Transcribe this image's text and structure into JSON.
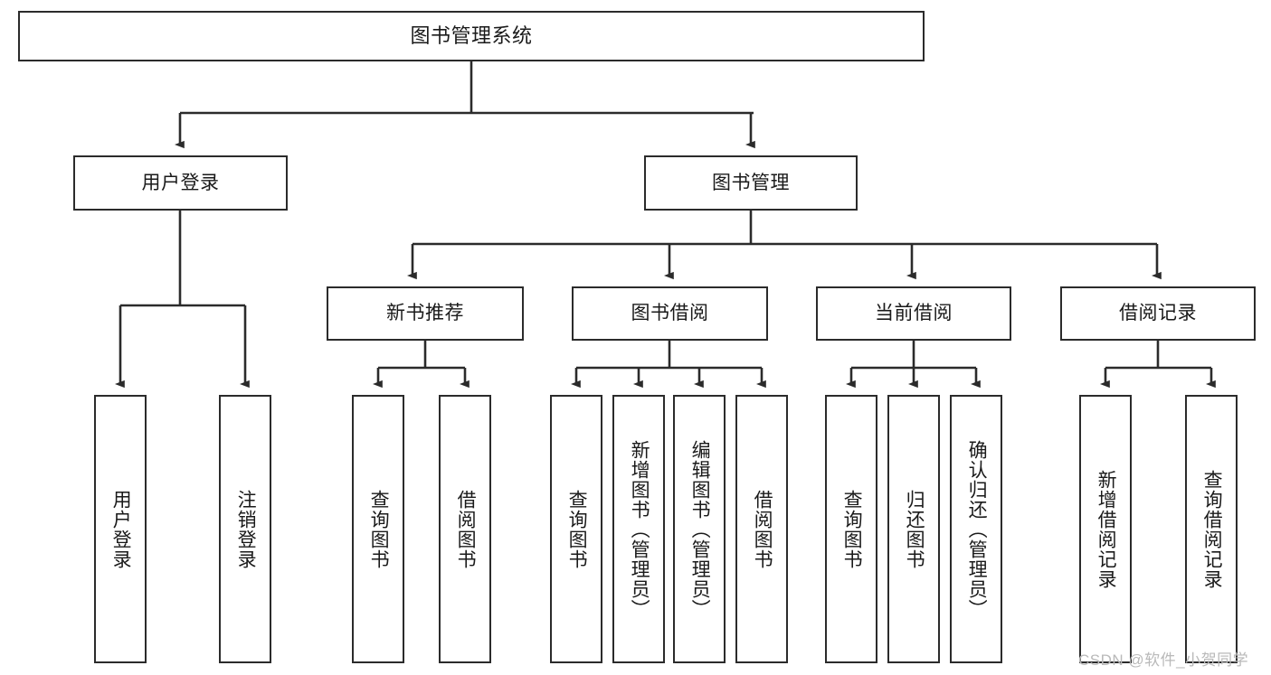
{
  "diagram": {
    "title": "图书管理系统",
    "type": "tree-hierarchy-chart",
    "colors": {
      "box_border": "#2b2b2b",
      "box_fill": "#ffffff",
      "edge": "#2b2b2b",
      "text": "#1a1a1a",
      "watermark": "#b9b9b9"
    },
    "root": {
      "label": "图书管理系统"
    },
    "level2": [
      {
        "label": "用户登录"
      },
      {
        "label": "图书管理"
      }
    ],
    "level3": [
      {
        "label": "新书推荐"
      },
      {
        "label": "图书借阅"
      },
      {
        "label": "当前借阅"
      },
      {
        "label": "借阅记录"
      }
    ],
    "leaves": {
      "user_login": [
        {
          "label": "用户登录"
        },
        {
          "label": "注销登录"
        }
      ],
      "new_book_recommend": [
        {
          "label": "查询图书"
        },
        {
          "label": "借阅图书"
        }
      ],
      "book_borrow": [
        {
          "label": "查询图书"
        },
        {
          "label": "新增图书（管理员）"
        },
        {
          "label": "编辑图书（管理员）"
        },
        {
          "label": "借阅图书"
        }
      ],
      "current_borrow": [
        {
          "label": "查询图书"
        },
        {
          "label": "归还图书"
        },
        {
          "label": "确认归还（管理员）"
        }
      ],
      "borrow_record": [
        {
          "label": "新增借阅记录"
        },
        {
          "label": "查询借阅记录"
        }
      ]
    }
  },
  "watermark": {
    "text": "CSDN @软件_小贺同学"
  }
}
